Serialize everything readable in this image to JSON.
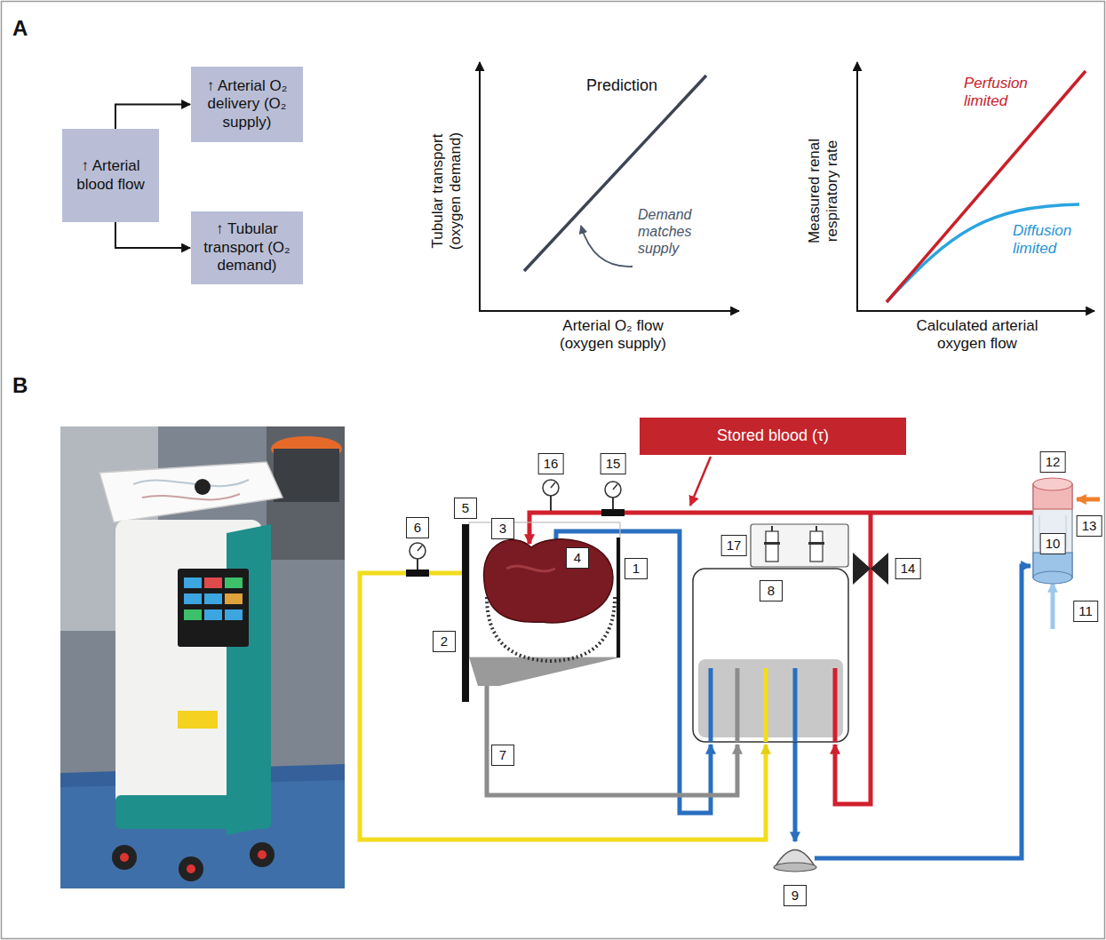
{
  "diagram": {
    "nodes": [
      {
        "text": [
          "↑ Arterial blood flow"
        ]
      },
      {
        "text": [
          "↑ Arterial O₂ delivery (O₂ supply)"
        ]
      },
      {
        "text": [
          "↑ Tubular transport (O₂ demand)"
        ]
      },
      {
        "text": [
          "Stored blood (τ)"
        ]
      }
    ],
    "edges": [
      {
        "from": 0,
        "to": 1,
        "arrow": "to"
      },
      {
        "from": 0,
        "to": 2,
        "arrow": "to"
      }
    ],
    "labels": [
      "A",
      "Prediction",
      "Tubular transport (oxygen demand)",
      "Demand matches supply",
      "Arterial O₂ flow (oxygen supply)",
      "Measured renal respiratory rate",
      "Perfusion limited",
      "Diffusion limited",
      "Calculated arterial oxygen flow",
      "B",
      "16",
      "15",
      "12",
      "5",
      "13",
      "6",
      "3",
      "1",
      "10",
      "17",
      "4",
      "14",
      "8",
      "11",
      "2",
      "7",
      "9"
    ]
  }
}
